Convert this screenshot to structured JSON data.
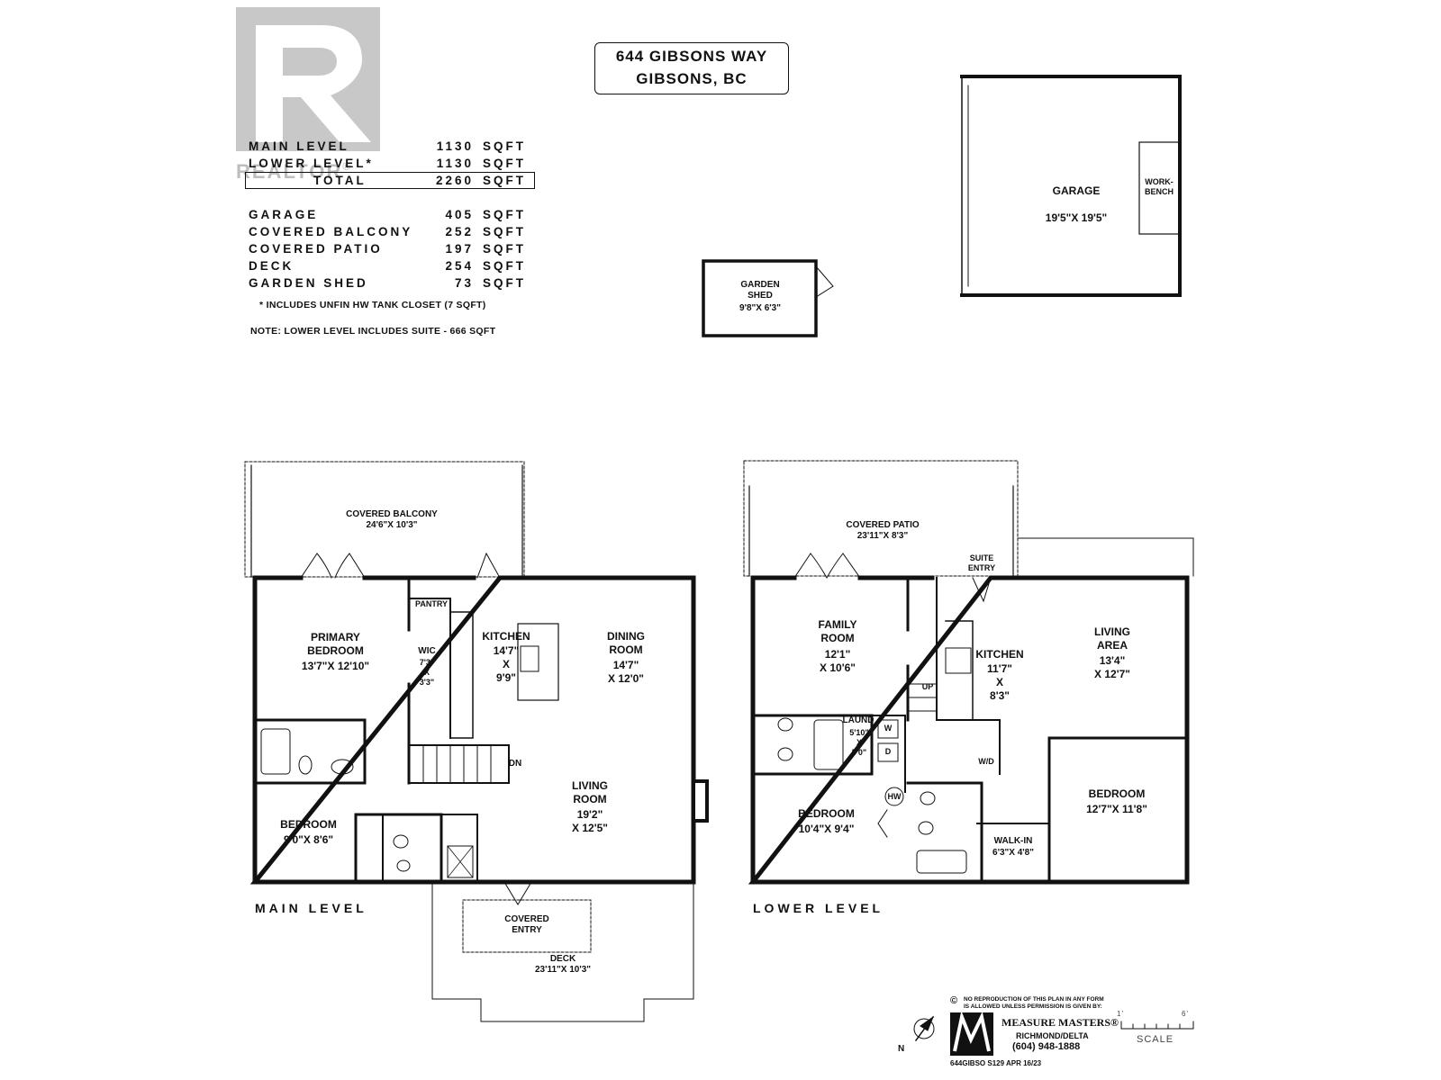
{
  "address": {
    "line1": "644 GIBSONS WAY",
    "line2": "GIBSONS, BC"
  },
  "watermark": {
    "word": "REALTOR",
    "mark": "®"
  },
  "areas": [
    {
      "label": "MAIN LEVEL",
      "value": "1130",
      "unit": "SQFT"
    },
    {
      "label": "LOWER LEVEL*",
      "value": "1130",
      "unit": "SQFT"
    },
    {
      "label": "TOTAL",
      "value": "2260",
      "unit": "SQFT"
    },
    {
      "label": "GARAGE",
      "value": "405",
      "unit": "SQFT"
    },
    {
      "label": "COVERED BALCONY",
      "value": "252",
      "unit": "SQFT"
    },
    {
      "label": "COVERED PATIO",
      "value": "197",
      "unit": "SQFT"
    },
    {
      "label": "DECK",
      "value": "254",
      "unit": "SQFT"
    },
    {
      "label": "GARDEN SHED",
      "value": "73",
      "unit": "SQFT"
    }
  ],
  "notes": {
    "hw": "* INCLUDES UNFIN HW TANK CLOSET (7 SQFT)",
    "suite": "NOTE: LOWER LEVEL INCLUDES SUITE - 666 SQFT"
  },
  "outbuildings": {
    "garage": {
      "name": "GARAGE",
      "dims": "19'5\"X 19'5\"",
      "workbench": "WORK-\nBENCH"
    },
    "shed": {
      "name": "GARDEN\nSHED",
      "dims": "9'8\"X 6'3\""
    }
  },
  "main_level": {
    "label": "MAIN LEVEL",
    "rooms": {
      "balcony": "COVERED BALCONY\n24'6\"X 10'3\"",
      "primary_title": "PRIMARY\nBEDROOM",
      "primary_dims": "13'7\"X 12'10\"",
      "wic": "WIC",
      "wic_dims": "7'3\"\nX\n3'3\"",
      "pantry": "PANTRY",
      "kitchen_title": "KITCHEN",
      "kitchen_dims": "14'7\"\nX\n9'9\"",
      "dining_title": "DINING\nROOM",
      "dining_dims": "14'7\"\nX 12'0\"",
      "dn": "DN",
      "living_title": "LIVING\nROOM",
      "living_dims": "19'2\"\nX 12'5\"",
      "bedroom_title": "BEDROOM",
      "bedroom_dims": "9'0\"X 8'6\"",
      "entry": "COVERED\nENTRY",
      "deck": "DECK\n23'11\"X 10'3\""
    }
  },
  "lower_level": {
    "label": "LOWER LEVEL",
    "rooms": {
      "patio": "COVERED PATIO\n23'11\"X 8'3\"",
      "suite_entry": "SUITE\nENTRY",
      "family_title": "FAMILY\nROOM",
      "family_dims": "12'1\"\nX 10'6\"",
      "up": "UP",
      "laund": "LAUND",
      "laund_dims": "5'10\"\nX\n5'0\"",
      "w": "W",
      "d": "D",
      "hw": "HW",
      "kitchen_title": "KITCHEN",
      "kitchen_dims": "11'7\"\nX\n8'3\"",
      "wd": "W/D",
      "living_title": "LIVING\nAREA",
      "living_dims": "13'4\"\nX 12'7\"",
      "bedroom1_title": "BEDROOM",
      "bedroom1_dims": "10'4\"X 9'4\"",
      "walkin_title": "WALK-IN",
      "walkin_dims": "6'3\"X 4'8\"",
      "bedroom2_title": "BEDROOM",
      "bedroom2_dims": "12'7\"X 11'8\""
    }
  },
  "footer": {
    "copyright_symbol": "©",
    "copyright": "NO REPRODUCTION OF THIS PLAN IN ANY FORM\nIS ALLOWED UNLESS PERMISSION IS GIVEN BY:",
    "company": "MEASURE MASTERS®",
    "city": "RICHMOND/DELTA",
    "phone": "(604) 948-1888",
    "code": "644GIBSO  S129  APR 16/23",
    "north": "N",
    "scale": "SCALE",
    "scale_start": "1'",
    "scale_end": "6'"
  }
}
